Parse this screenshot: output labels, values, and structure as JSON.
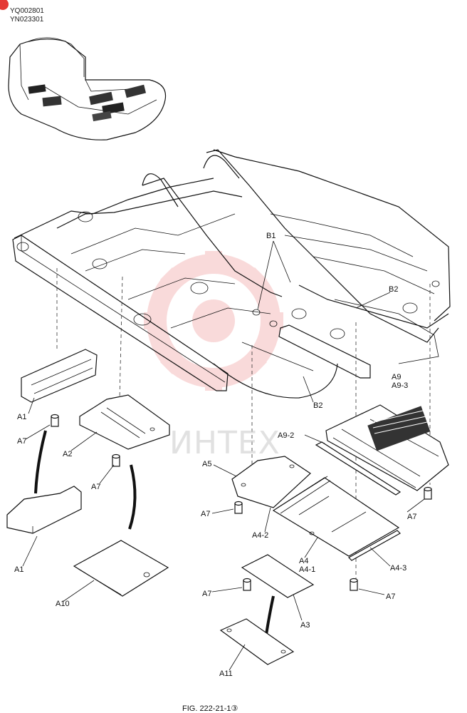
{
  "header": {
    "code_1": "YQ002801",
    "code_2": "YN023301"
  },
  "watermark": {
    "text": "ИНТЕХ",
    "logo_color": "#e85a5a"
  },
  "callouts": {
    "b1": "B1",
    "b2_top": "B2",
    "b2_bottom": "B2",
    "a1_top": "A1",
    "a1_bottom": "A1",
    "a2": "A2",
    "a3": "A3",
    "a4": "A4",
    "a4_1": "A4-1",
    "a4_2": "A4-2",
    "a4_3": "A4-3",
    "a5": "A5",
    "a7_1": "A7",
    "a7_2": "A7",
    "a7_3": "A7",
    "a7_4": "A7",
    "a7_5": "A7",
    "a7_6": "A7",
    "a9": "A9",
    "a9_2": "A9-2",
    "a9_3": "A9-3",
    "a10": "A10",
    "a11": "A11"
  },
  "figure_caption": "FIG. 222-21-1③"
}
